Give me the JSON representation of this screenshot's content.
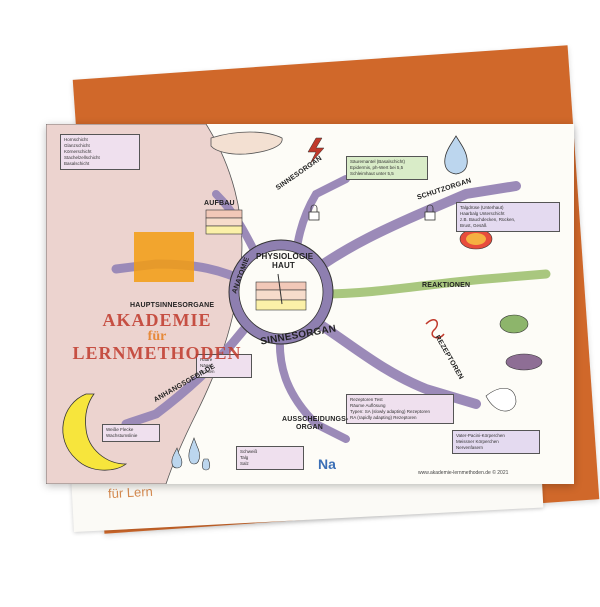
{
  "center": {
    "title_line1": "PHYSIOLOGIE",
    "title_line2": "HAUT",
    "ring_text": "SINNESORGAN"
  },
  "branches": {
    "sinnesorgan": "SINNESORGAN",
    "schutzorgan": "SCHUTZORGAN",
    "reaktionen": "REAKTIONEN",
    "rezeptoren": "REZEPTOREN",
    "ausscheidung_l1": "AUSSCHEIDUNGS-",
    "ausscheidung_l2": "ORGAN",
    "anhangsgebilde": "ANHANGSGEBILDE",
    "hauptsinnesorgane": "HAUPTSINNESORGANE",
    "anatomie": "ANATOMIE",
    "aufbau": "AUFBAU"
  },
  "notes": {
    "layers": [
      "Hornschicht",
      "Glanzschicht",
      "Körnerschicht",
      "Stachelzellschicht",
      "Basalschicht"
    ],
    "schutz": [
      "Säuremantel (Basalschicht)",
      "Epidermis, ph-Wert bei 5,5",
      "Schleimhaut unter 5,5"
    ],
    "reaktion": [
      "Talgdrüse (Unterhaut)",
      "Haarbalg Unterschicht",
      "z.B. Bauchdecken, Rücken,",
      "Brust, Gesäß"
    ],
    "rezeptor": [
      "Rezeptoren Test",
      "Räume Auflösung",
      "Typen: SA (slowly adapting) Rezeptoren",
      "RA (rapidly adapting) Rezeptoren"
    ],
    "nerv": [
      "Vater-Pacini-Körperchen",
      "Meissner Körperchen",
      "Nervenfasern"
    ],
    "ausscheid": [
      "Schweiß",
      "Talg",
      "Salz"
    ],
    "anhang": [
      "Haare",
      "Nägel",
      "Drüsen"
    ],
    "moon": [
      "Weiße Flecke",
      "Wachstumslinie"
    ]
  },
  "watermark": {
    "line1": "AKADEMIE",
    "line2": "für",
    "line3": "LERNMETHODEN"
  },
  "card_footer": "für Lern",
  "credit": "www.akademie-lernmethoden.de © 2021",
  "colors": {
    "card_orange": "#d0682a",
    "branch_purple": "#9b8ab8",
    "branch_green": "#a9c77f",
    "skin_pink": "#ecd3cf",
    "moon_yellow": "#f7e53c"
  }
}
